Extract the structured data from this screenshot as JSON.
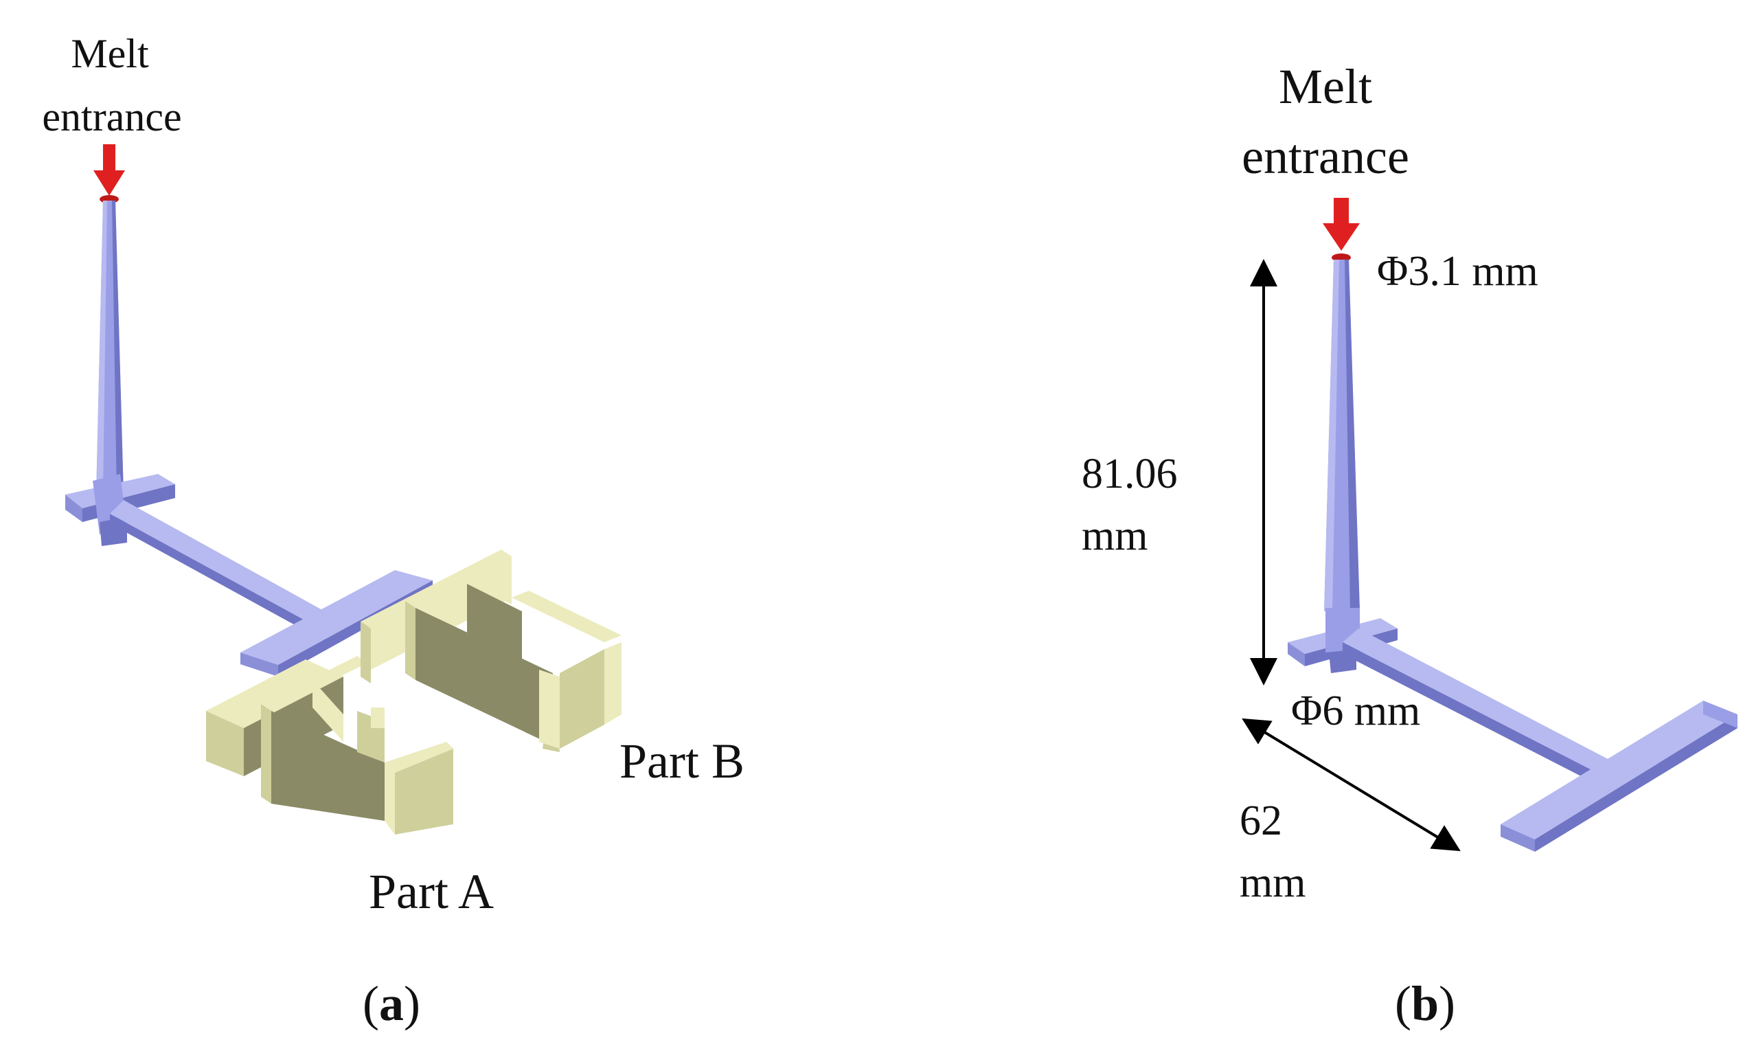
{
  "panel_a": {
    "melt_line1": "Melt",
    "melt_line2": "entrance",
    "part_a": "Part A",
    "part_b": "Part B",
    "caption": {
      "open": "(",
      "letter": "a",
      "close": ")"
    }
  },
  "panel_b": {
    "melt_line1": "Melt",
    "melt_line2": "entrance",
    "top_diameter": "Φ3.1 mm",
    "height_value": "81.06",
    "height_unit": "mm",
    "base_diameter": "Φ6 mm",
    "length_value": "62",
    "length_unit": "mm",
    "caption": {
      "open": "(",
      "letter": "b",
      "close": ")"
    }
  },
  "colors": {
    "runner": "#9a9ee6",
    "runner_dark": "#6f74c4",
    "runner_light": "#b7baf0",
    "part": "#ecebbd",
    "part_dark": "#8a8a66",
    "part_mid": "#cfcf9c",
    "arrow": "#e02020",
    "text": "#111111"
  }
}
